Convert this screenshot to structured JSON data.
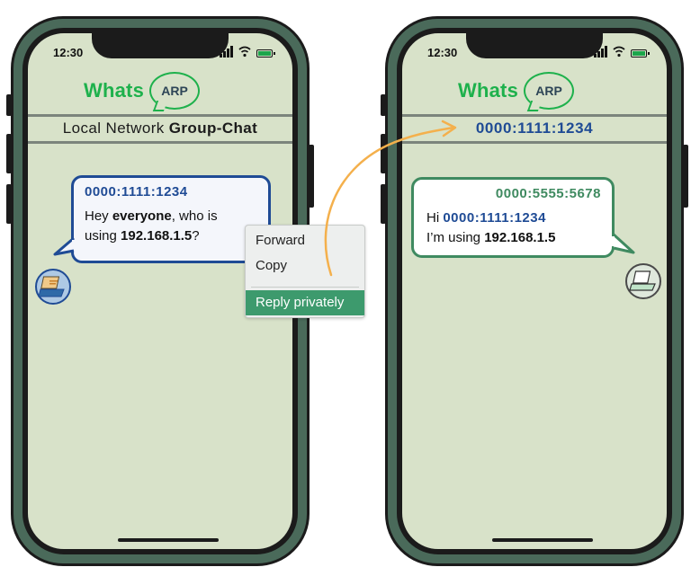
{
  "left_phone": {
    "time": "12:30",
    "logo": {
      "text": "Whats",
      "badge": "ARP"
    },
    "header": {
      "title_plain": "Local Network",
      "title_bold": "Group-Chat"
    },
    "message": {
      "sender": "0000:1111:1234",
      "line1_pre": "Hey ",
      "line1_bold": "everyone",
      "line1_post": ", who is",
      "line2_pre": "using ",
      "line2_bold": "192.168.1.5",
      "line2_post": "?"
    }
  },
  "context_menu": {
    "items": [
      "Forward",
      "Copy"
    ],
    "selected": "Reply privately"
  },
  "right_phone": {
    "time": "12:30",
    "logo": {
      "text": "Whats",
      "badge": "ARP"
    },
    "header": {
      "address": "0000:1111:1234"
    },
    "message": {
      "sender": "0000:5555:5678",
      "line1_pre": "Hi ",
      "line1_addr": "0000:1111:1234",
      "line2_pre": "I’m using ",
      "line2_bold": "192.168.1.5"
    }
  },
  "colors": {
    "screen": "#d8e2c9",
    "frame": "#4a6a5a",
    "whatsapp_green": "#1eb14c",
    "address_blue": "#1f4b95",
    "reply_green": "#3f8a60",
    "menu_selected": "#3d9a6d",
    "arrow": "#f4b04c"
  }
}
